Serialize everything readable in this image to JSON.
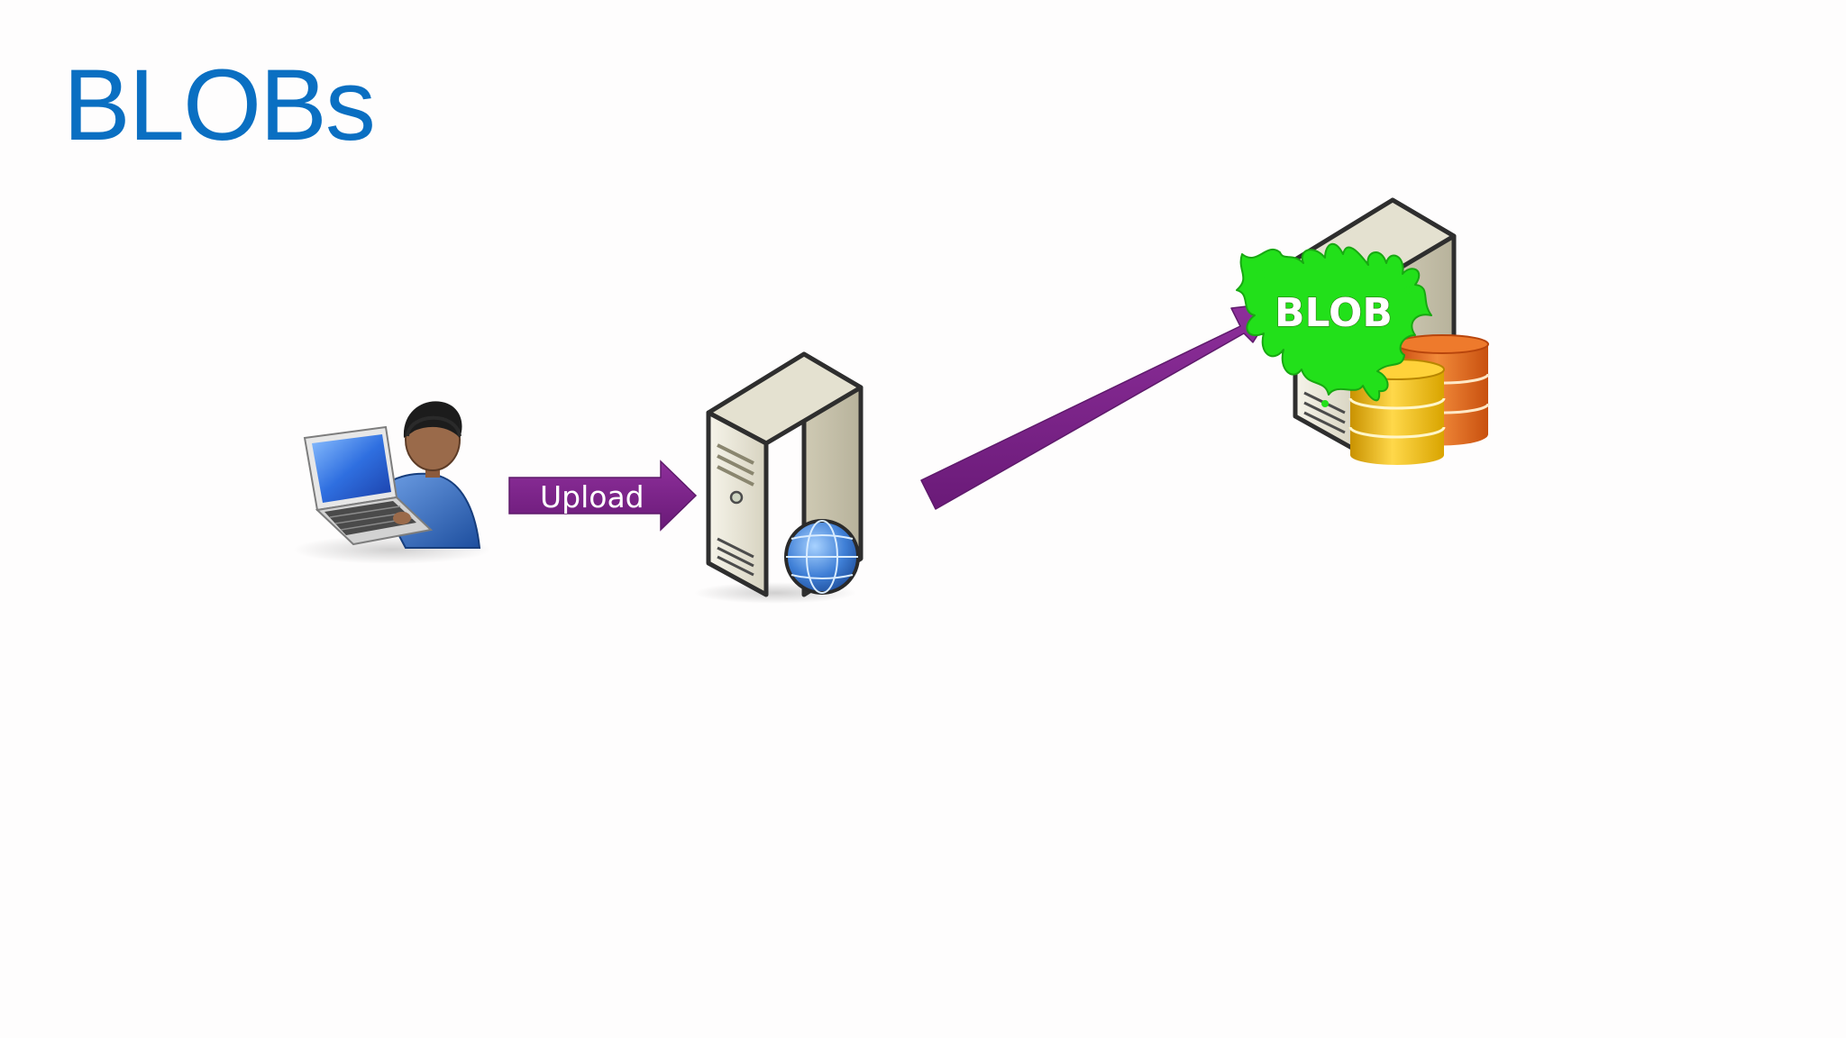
{
  "slide": {
    "title": "BLOBs"
  },
  "diagram": {
    "nodes": [
      {
        "id": "user",
        "icon": "user-with-laptop-icon"
      },
      {
        "id": "web-server",
        "icon": "web-server-icon"
      },
      {
        "id": "database-server",
        "icon": "database-server-icon"
      }
    ],
    "arrows": [
      {
        "from": "user",
        "to": "web-server",
        "label": "Upload"
      },
      {
        "from": "web-server",
        "to": "database-server",
        "label": ""
      }
    ],
    "blob_label": "BLOB"
  },
  "colors": {
    "title": "#0a6fc2",
    "arrow": "#7b2187",
    "blob": "#22e01a",
    "database_orange": "#e2661c",
    "database_yellow": "#f2c21c",
    "server_body": "#ece9d8"
  }
}
